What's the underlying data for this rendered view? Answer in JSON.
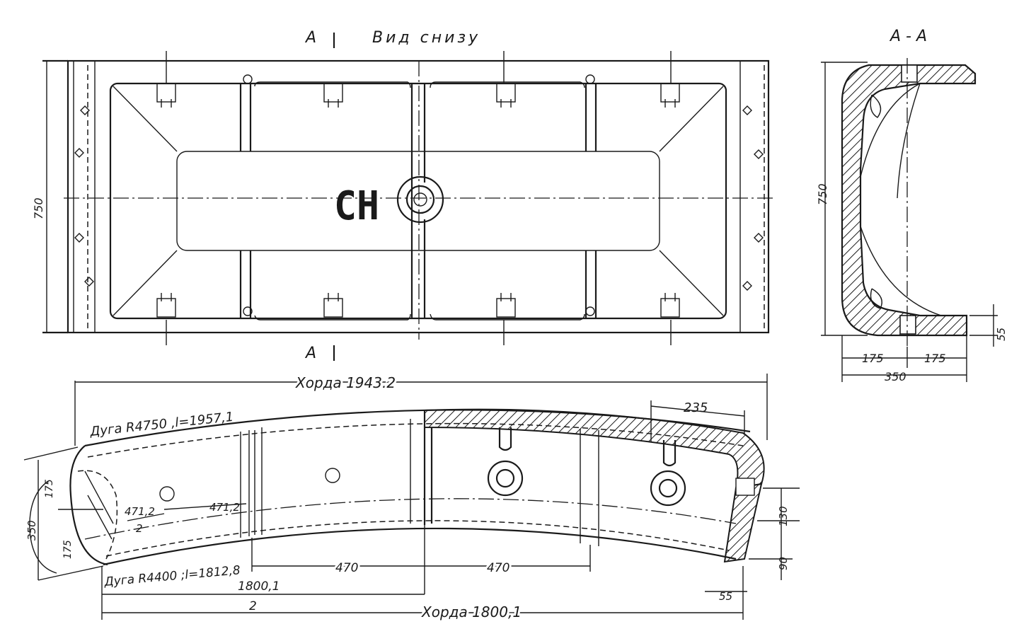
{
  "labels": {
    "section_letter_top": "А",
    "section_letter_bottom": "А",
    "view_title": "Вид снизу",
    "section_title": "А - А",
    "part_marking": "СН",
    "plan_height": "750",
    "section_height": "750",
    "section_half_left": "175",
    "section_half_right": "175",
    "section_width": "350",
    "section_flange": "55",
    "chord_top": "Хорда 1943.2",
    "arc_outer": "Дуга R4750 ,l=1957,1",
    "arc_inner": "Дуга R4400 ;l=1812,8",
    "dim_235": "235",
    "end_350": "350",
    "end_175_a": "175",
    "end_175_b": "175",
    "pitch_a_num": "471,2",
    "pitch_a_den": "2",
    "pitch_b": "471,2",
    "span_left": "470",
    "span_right": "470",
    "right_130": "130",
    "right_90": "90",
    "right_55": "55",
    "half_chord_num": "1800,1",
    "half_chord_den": "2",
    "chord_bottom": "Хорда 1800,1"
  }
}
